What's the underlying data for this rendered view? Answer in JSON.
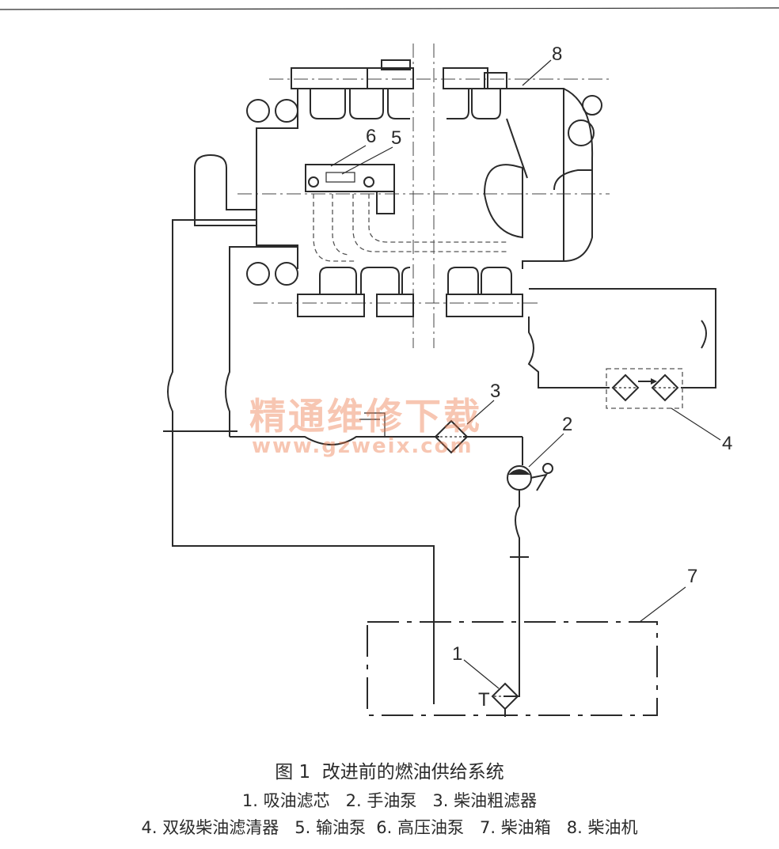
{
  "figure": {
    "title": "图 1  改进前的燃油供给系统",
    "legend_line1": "1. 吸油滤芯   2. 手油泵   3. 柴油粗滤器",
    "legend_line2": "4. 双级柴油滤清器   5. 输油泵  6. 高压油泵   7. 柴油箱   8. 柴油机"
  },
  "callouts": {
    "n1": "1",
    "n2": "2",
    "n3": "3",
    "n4": "4",
    "n5": "5",
    "n6": "6",
    "n7": "7",
    "n8": "8",
    "t_mark": "T"
  },
  "watermark": {
    "chinese": "精通维修下载",
    "url": "www.gzweix.com"
  }
}
